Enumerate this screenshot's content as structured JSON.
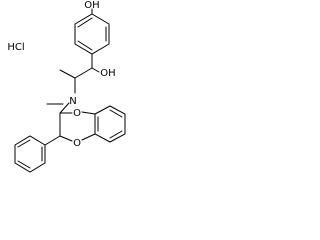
{
  "molecule": {
    "labels": {
      "hydroxyl_top": "OH",
      "hydrochloride": "HCl",
      "hydroxyl_side": "OH",
      "amine_nitrogen": "N",
      "ring_oxygen_top": "O",
      "ring_oxygen_bottom": "O"
    }
  }
}
